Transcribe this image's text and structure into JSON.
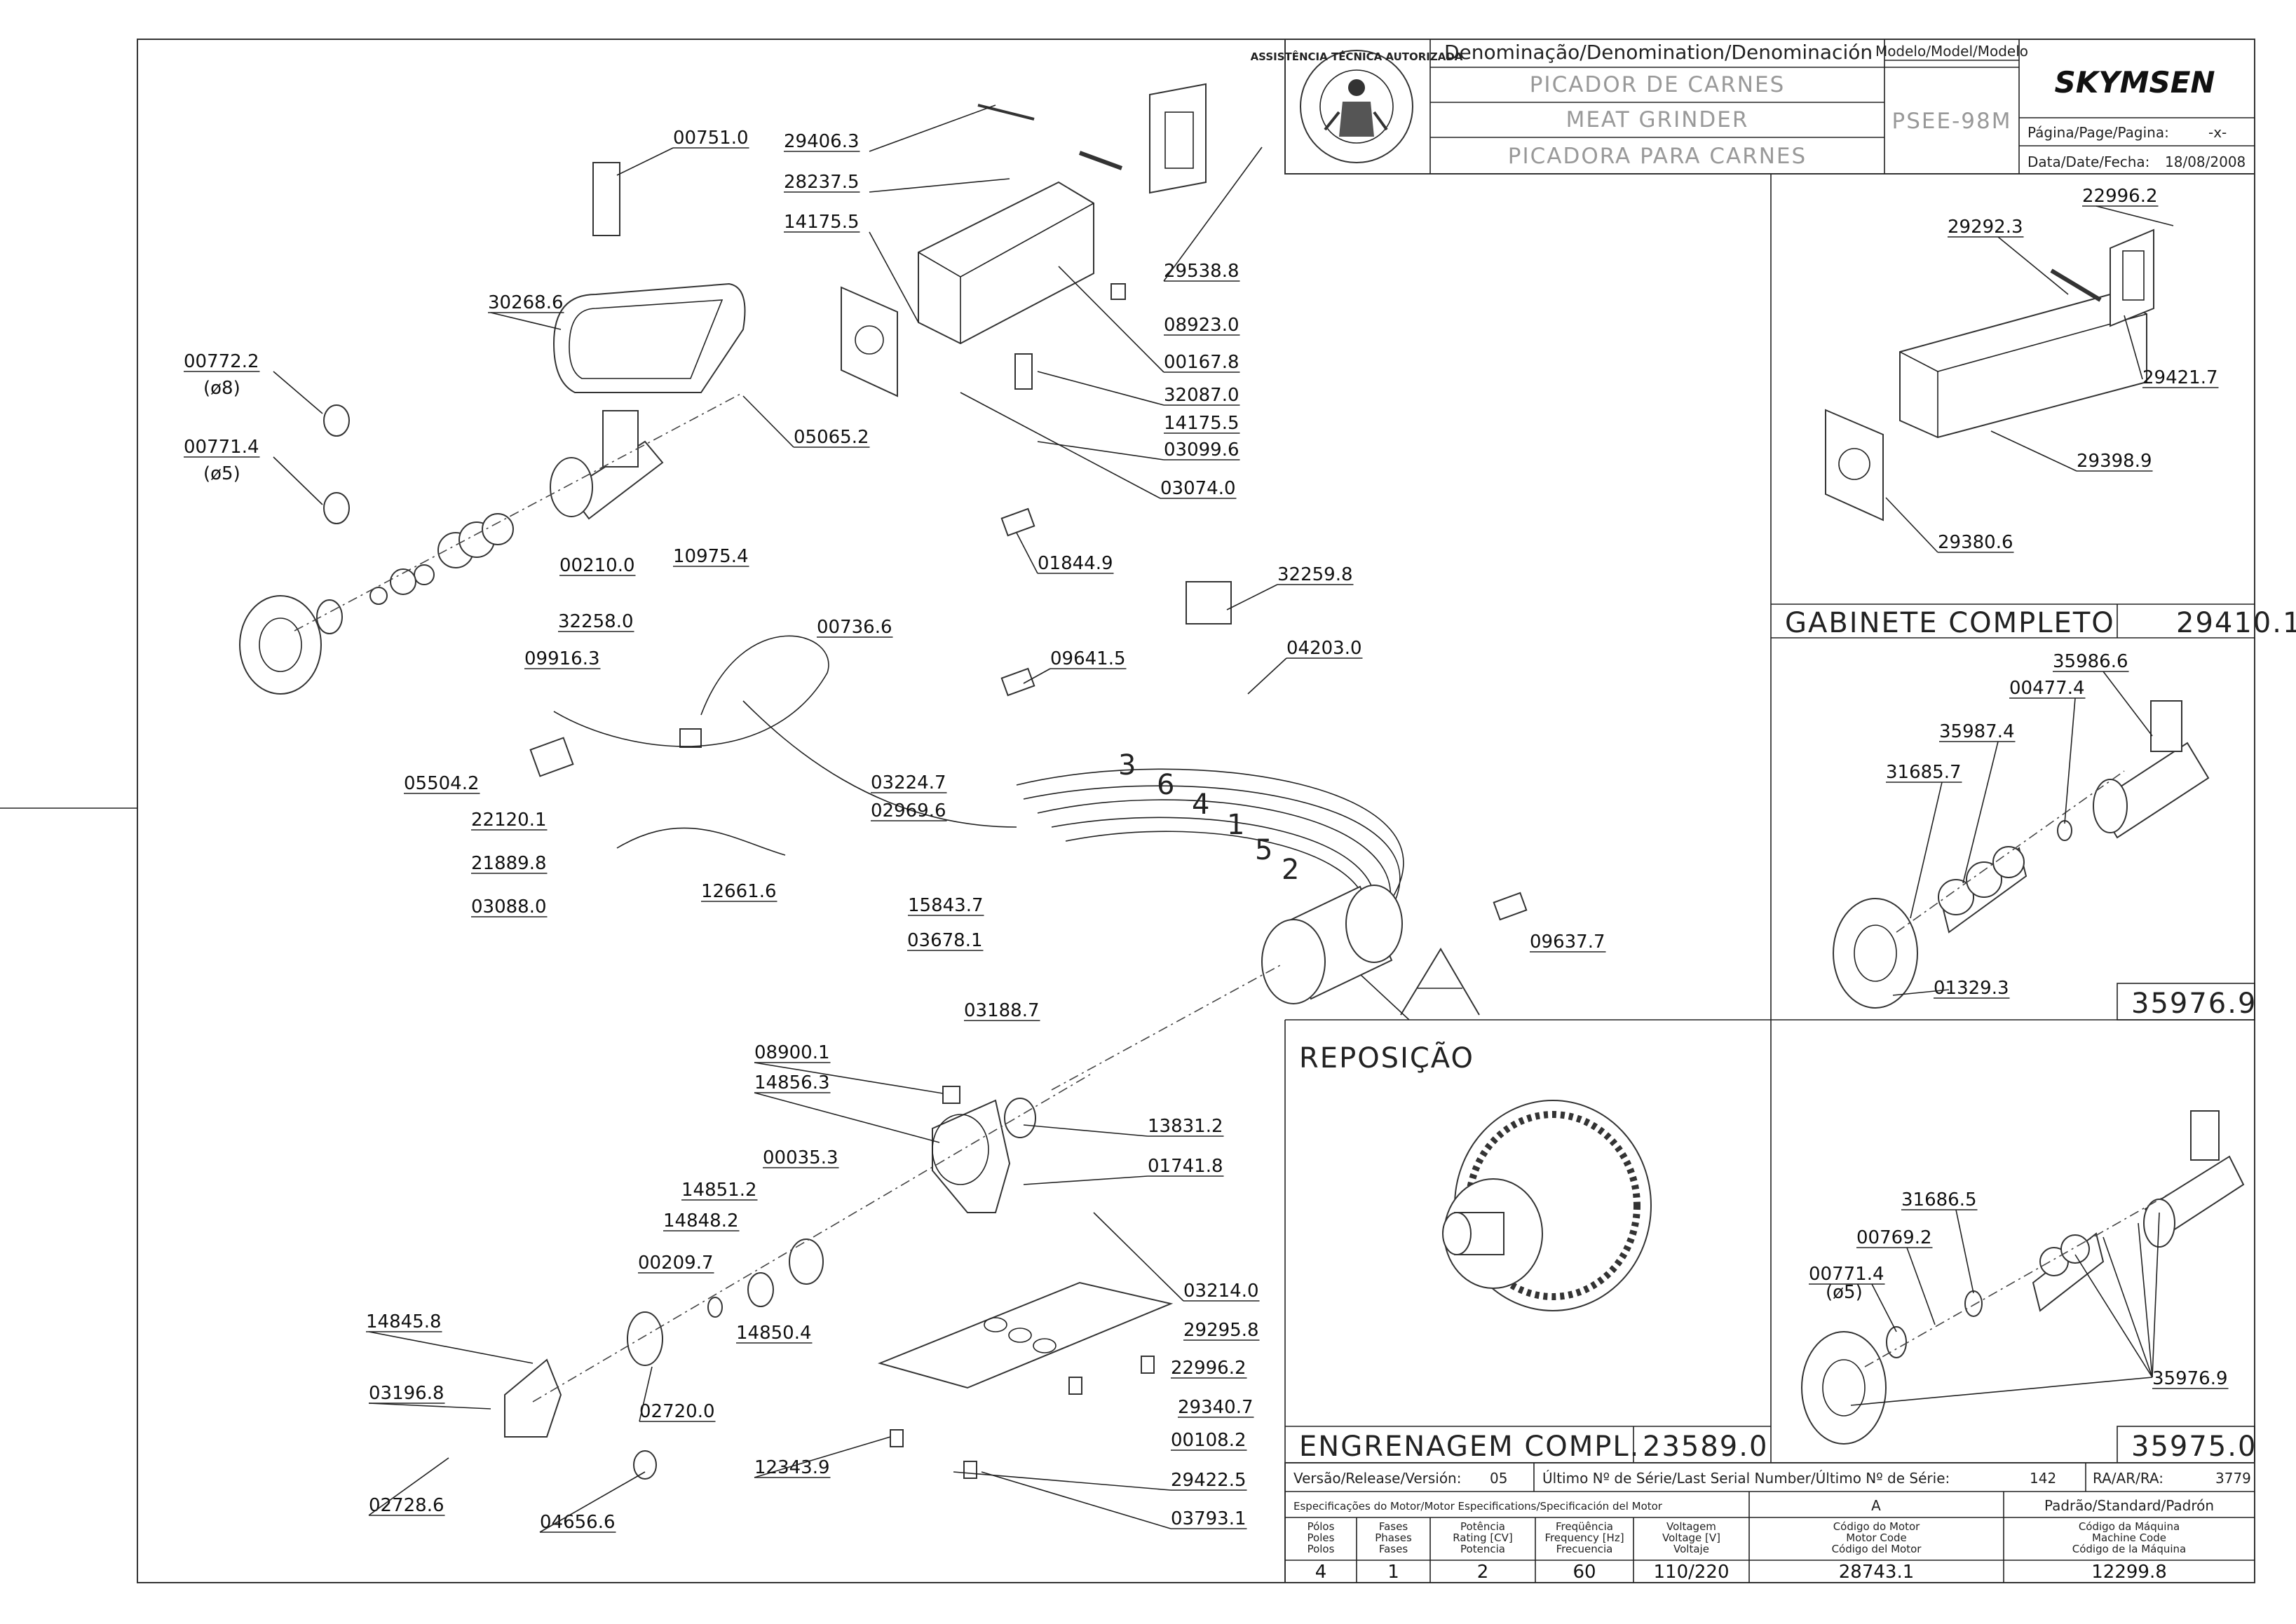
{
  "title_block": {
    "denomination_header": "Denominação/Denomination/Denominación",
    "names": [
      "PICADOR DE CARNES",
      "MEAT GRINDER",
      "PICADORA PARA CARNES"
    ],
    "model_header": "Modelo/Model/Modelo",
    "model": "PSEE-98M",
    "brand": "SKYMSEN",
    "page_label": "Página/Page/Pagina:",
    "page_value": "-x-",
    "date_label": "Data/Date/Fecha:",
    "date_value": "18/08/2008",
    "seal_text": "ASSISTÊNCIA TÉCNICA AUTORIZADA"
  },
  "panels": {
    "cabinet": {
      "name": "GABINETE COMPLETO",
      "code": "29410.1"
    },
    "assembly_1": {
      "code": "35976.9"
    },
    "assembly_2": {
      "code": "35975.0"
    },
    "replacement": {
      "name": "REPOSIÇÃO"
    },
    "gear": {
      "name": "ENGRENAGEM COMPL.",
      "code": "23589.0"
    },
    "view_marker": "A"
  },
  "main_parts": [
    "00751.0",
    "30268.6",
    "00772.2",
    "(ø8)",
    "00771.4",
    "(ø5)",
    "05065.2",
    "29406.3",
    "28237.5",
    "14175.5",
    "29538.8",
    "08923.0",
    "00167.8",
    "32087.0",
    "14175.5",
    "03099.6",
    "03074.0",
    "01844.9",
    "32259.8",
    "04203.0",
    "09641.5",
    "00210.0",
    "10975.4",
    "32258.0",
    "00736.6",
    "09916.3",
    "05504.2",
    "22120.1",
    "21889.8",
    "03088.0",
    "12661.6",
    "03224.7",
    "02969.6",
    "15843.7",
    "03678.1",
    "09637.7",
    "03188.7",
    "08900.1",
    "14856.3",
    "13831.2",
    "01741.8",
    "00035.3",
    "14851.2",
    "14848.2",
    "00209.7",
    "14850.4",
    "14845.8",
    "03196.8",
    "02720.0",
    "02728.6",
    "04656.6",
    "03214.0",
    "29295.8",
    "22996.2",
    "29340.7",
    "00108.2",
    "29422.5",
    "12343.9",
    "03793.1"
  ],
  "wire_numbers": [
    "3",
    "6",
    "4",
    "1",
    "5",
    "2"
  ],
  "cabinet_parts": [
    "22996.2",
    "29292.3",
    "29421.7",
    "29398.9",
    "29380.6"
  ],
  "assembly_1_parts": [
    "35986.6",
    "00477.4",
    "35987.4",
    "31685.7",
    "01329.3"
  ],
  "assembly_2_parts": [
    "31686.5",
    "00769.2",
    "00771.4",
    "(ø5)",
    "35976.9"
  ],
  "release": {
    "version_label": "Versão/Release/Versión:",
    "version_value": "05",
    "serial_label": "Último Nº de Série/Last Serial Number/Último Nº de Série:",
    "serial_value": "142",
    "ra_label": "RA/AR/RA:",
    "ra_value": "3779"
  },
  "motor_spec": {
    "header": "Especificações do Motor/Motor Especifications/Specificación del Motor",
    "motor_col_header": "A",
    "standard_header": "Padrão/Standard/Padrón",
    "columns": [
      {
        "label": "Pólos\nPoles\nPolos",
        "value": "4"
      },
      {
        "label": "Fases\nPhases\nFases",
        "value": "1"
      },
      {
        "label": "Potência\nRating [CV]\nPotencia",
        "value": "2"
      },
      {
        "label": "Freqüência\nFrequency [Hz]\nFrecuencia",
        "value": "60"
      },
      {
        "label": "Voltagem\nVoltage [V]\nVoltaje",
        "value": "110/220"
      },
      {
        "label": "Código do Motor\nMotor Code\nCódigo del Motor",
        "value": "28743.1"
      },
      {
        "label": "Código da Máquina\nMachine Code\nCódigo de la Máquina",
        "value": "12299.8"
      }
    ]
  }
}
